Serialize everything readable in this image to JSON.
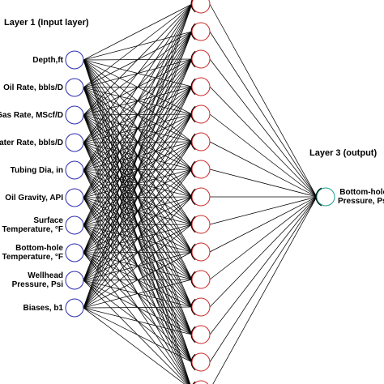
{
  "layer1": {
    "title": "Layer 1 (Input layer)",
    "nodes": [
      "Depth,ft",
      "Oil Rate, bbls/D",
      "Gas Rate, MScf/D",
      "Water Rate, bbls/D",
      "Tubing Dia, in",
      "Oil Gravity, API",
      "Surface\nTemperature, °F",
      "Bottom-hole\nTemperature, °F",
      "Wellhead\nPressure, Psi",
      "Biases, b1"
    ],
    "node_color": "#2b2bb0"
  },
  "layer2": {
    "node_count": 15,
    "node_color": "#cc2a2a"
  },
  "layer3": {
    "title": "Layer 3 (output)",
    "nodes": [
      "Bottom-hole\nPressure, Psi"
    ],
    "node_color": "#1a9e8a"
  },
  "edge_color": "#000000"
}
